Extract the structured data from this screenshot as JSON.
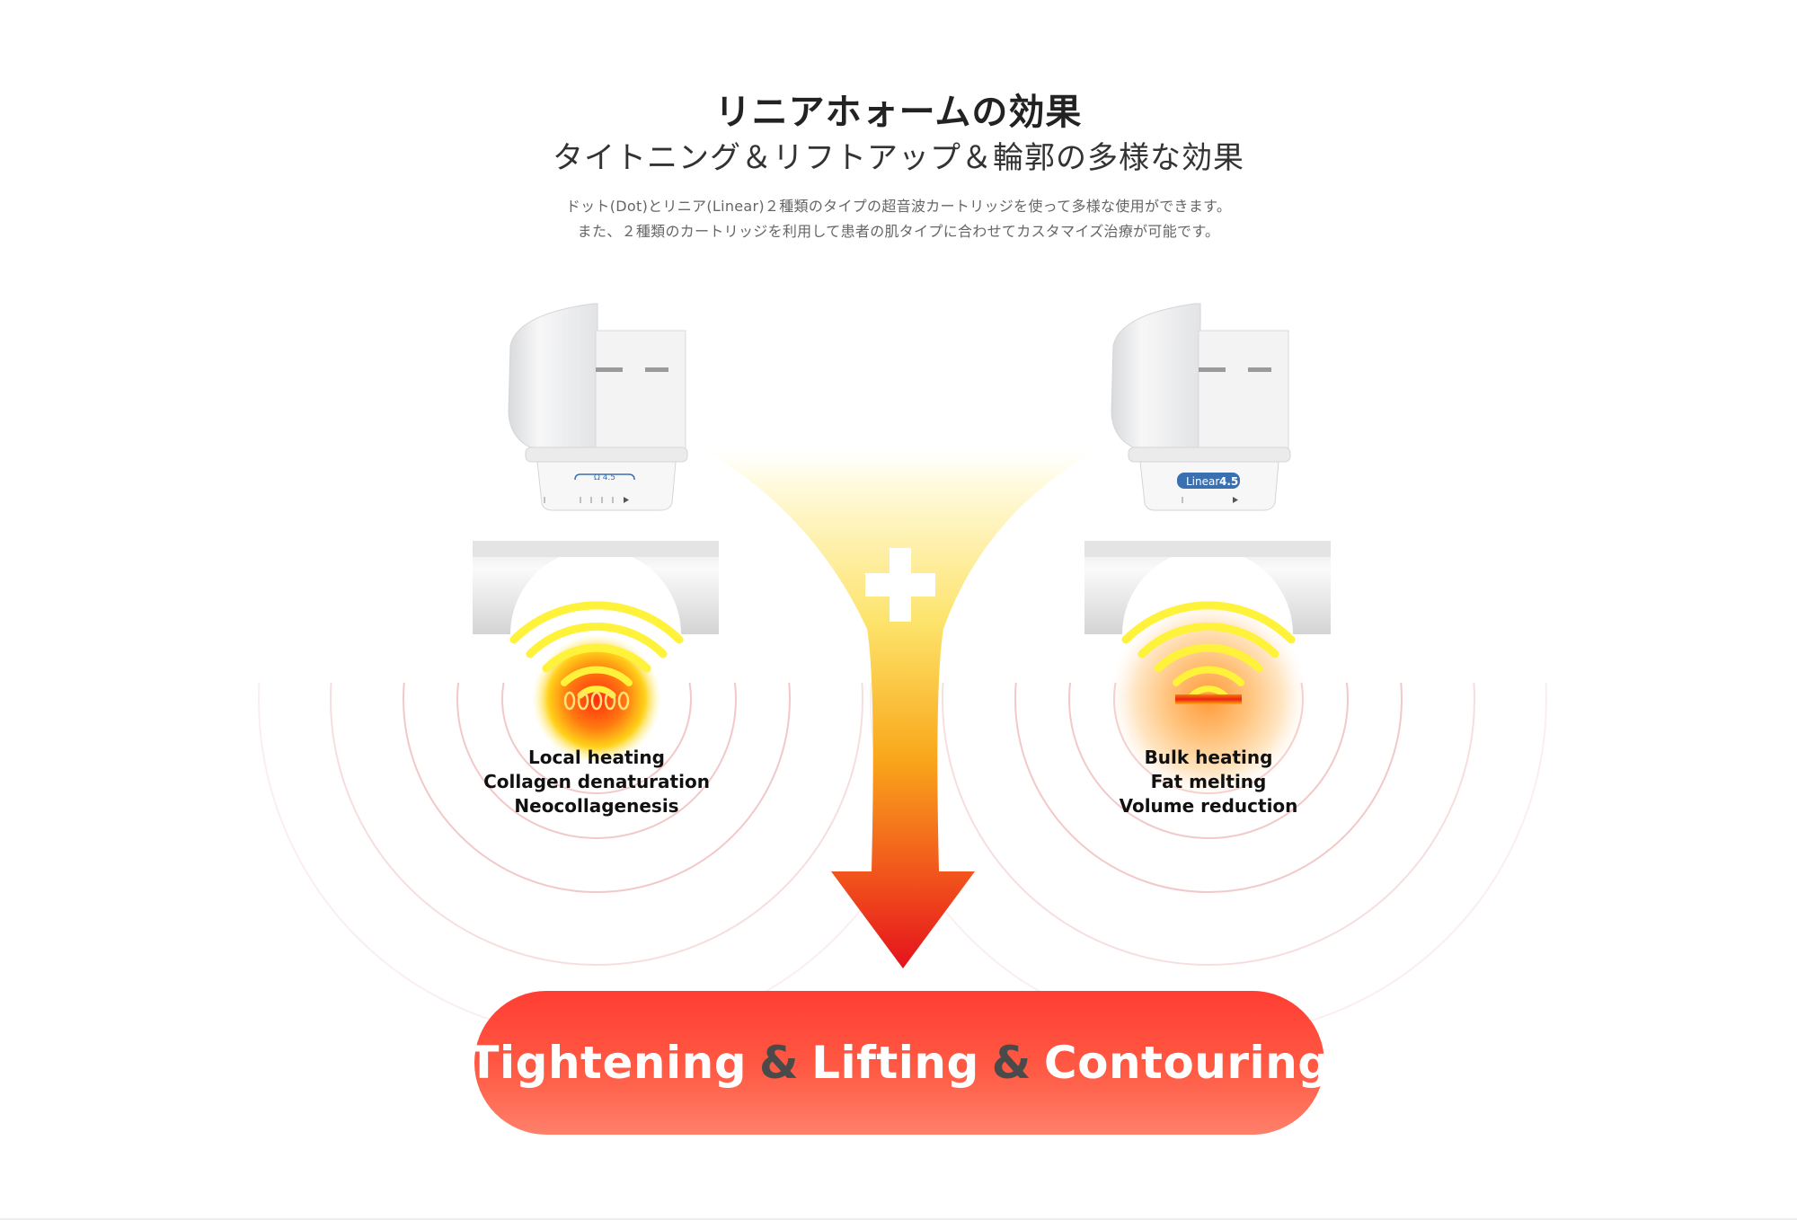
{
  "header": {
    "title": "リニアホォームの効果",
    "subtitle": "タイトニング＆リフトアップ＆輪郭の多様な効果",
    "description_line1": "ドット(Dot)とリニア(Linear)２種類のタイプの超音波カートリッジを使って多様な使用ができます。",
    "description_line2": "また、２種類のカートリッジを利用して患者の肌タイプに合わせてカスタマイズ治療が可能です。"
  },
  "left_cartridge": {
    "label": "Ω 4.5",
    "effects": [
      "Local heating",
      "Collagen denaturation",
      "Neocollagenesis"
    ]
  },
  "right_cartridge": {
    "label_prefix": "Linear",
    "label_value": "4.5",
    "effects": [
      "Bulk heating",
      "Fat melting",
      "Volume reduction"
    ]
  },
  "result": {
    "part1": "Tightening",
    "sep1": "&",
    "part2": "Lifting",
    "sep2": "&",
    "part3": "Contouring"
  },
  "colors": {
    "arrow_top": "#fff6c8",
    "arrow_mid": "#f8b21c",
    "arrow_bottom": "#e8141b",
    "pill": "#ff4a3c",
    "wave_yellow": "#fff23a",
    "ring_pink": "#f4c6c6",
    "badge_blue": "#3a6fb0"
  },
  "icons": [
    "plus-icon",
    "down-arrow-icon",
    "ultrasound-wave-icon",
    "cartridge-device-icon"
  ]
}
